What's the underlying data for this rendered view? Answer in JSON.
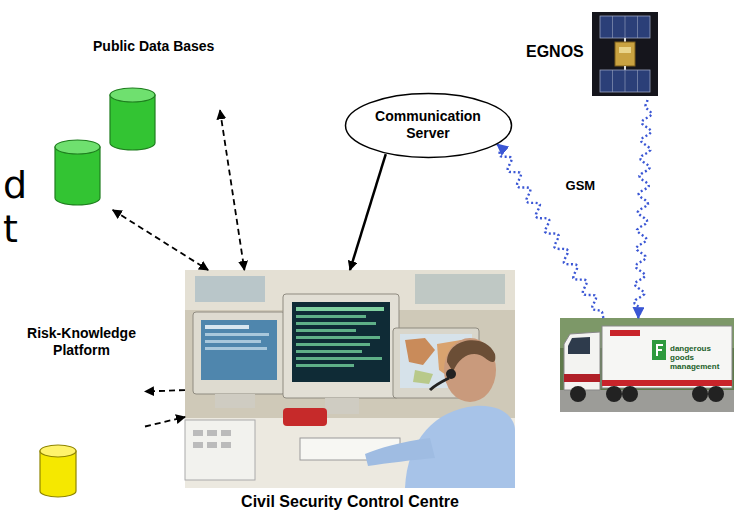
{
  "diagram": {
    "nodes": [
      {
        "text": [
          "EGNOS"
        ]
      },
      {
        "text": [
          "Public Data Bases"
        ]
      },
      {
        "text": [
          "Communication Server"
        ]
      },
      {
        "text": [
          "Civil Security Control Centre"
        ]
      },
      {
        "text": [
          "Risk-Knowledge Platform"
        ]
      },
      {
        "text": [
          "dangerous goods management"
        ]
      }
    ],
    "edges": [
      {
        "from": 1,
        "to": 3,
        "arrow": "both"
      },
      {
        "from": 1,
        "to": 3,
        "arrow": "both"
      },
      {
        "from": 2,
        "to": 3,
        "arrow": "to"
      },
      {
        "from": 5,
        "to": 2,
        "arrow": "to",
        "label": "GSM"
      },
      {
        "from": 0,
        "to": 5,
        "arrow": "to"
      },
      {
        "from": 3,
        "to": 4,
        "arrow": "to"
      },
      {
        "from": 4,
        "to": 3,
        "arrow": "to"
      }
    ],
    "labels": [
      "d",
      "t"
    ]
  }
}
